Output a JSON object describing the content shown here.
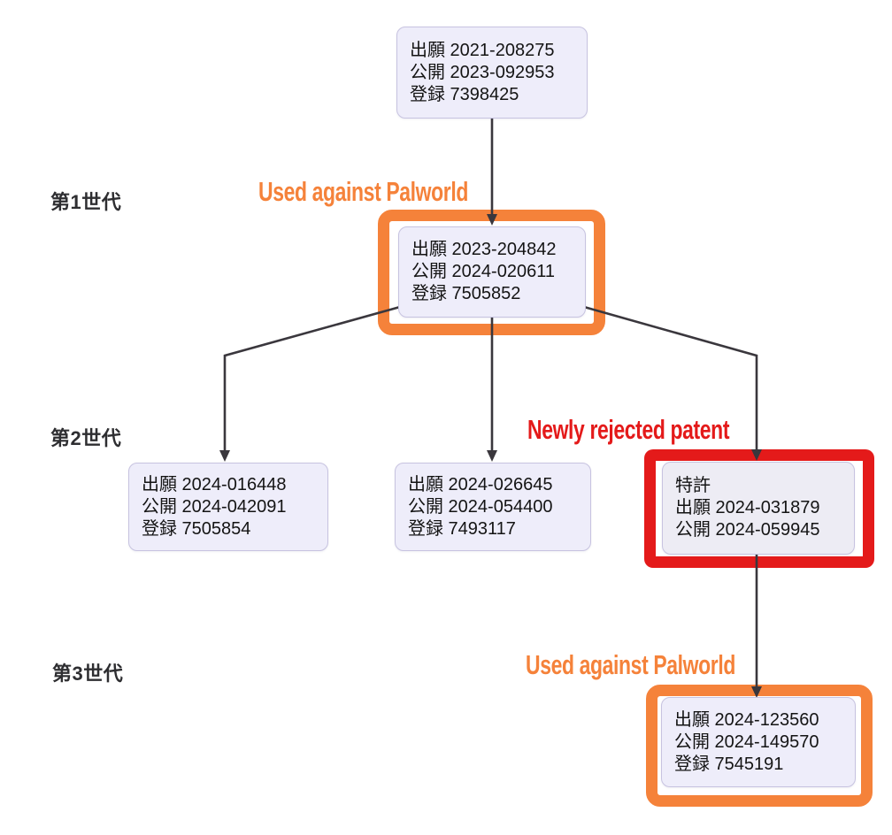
{
  "generations": [
    {
      "label": "第1世代"
    },
    {
      "label": "第2世代"
    },
    {
      "label": "第3世代"
    }
  ],
  "annotations": {
    "used_against_palworld_1": "Used against Palworld",
    "newly_rejected_patent": "Newly rejected patent",
    "used_against_palworld_2": "Used against Palworld"
  },
  "nodes": {
    "root": {
      "lines": [
        "出願 2021-208275",
        "公開 2023-092953",
        "登録 7398425"
      ]
    },
    "gen1": {
      "lines": [
        "出願 2023-204842",
        "公開 2024-020611",
        "登録 7505852"
      ],
      "highlight": "orange"
    },
    "gen2_left": {
      "lines": [
        "出願 2024-016448",
        "公開 2024-042091",
        "登録 7505854"
      ]
    },
    "gen2_middle": {
      "lines": [
        "出願 2024-026645",
        "公開 2024-054400",
        "登録 7493117"
      ]
    },
    "gen2_right": {
      "lines": [
        "特許",
        "出願 2024-031879",
        "公開 2024-059945"
      ],
      "highlight": "red"
    },
    "gen3": {
      "lines": [
        "出願 2024-123560",
        "公開 2024-149570",
        "登録 7545191"
      ],
      "highlight": "orange"
    }
  },
  "colors": {
    "highlight_orange": "#f5823a",
    "highlight_red": "#e41a1a",
    "node_background": "#eeedfa",
    "node_border": "#c7c3e0",
    "connector": "#3a373d"
  }
}
